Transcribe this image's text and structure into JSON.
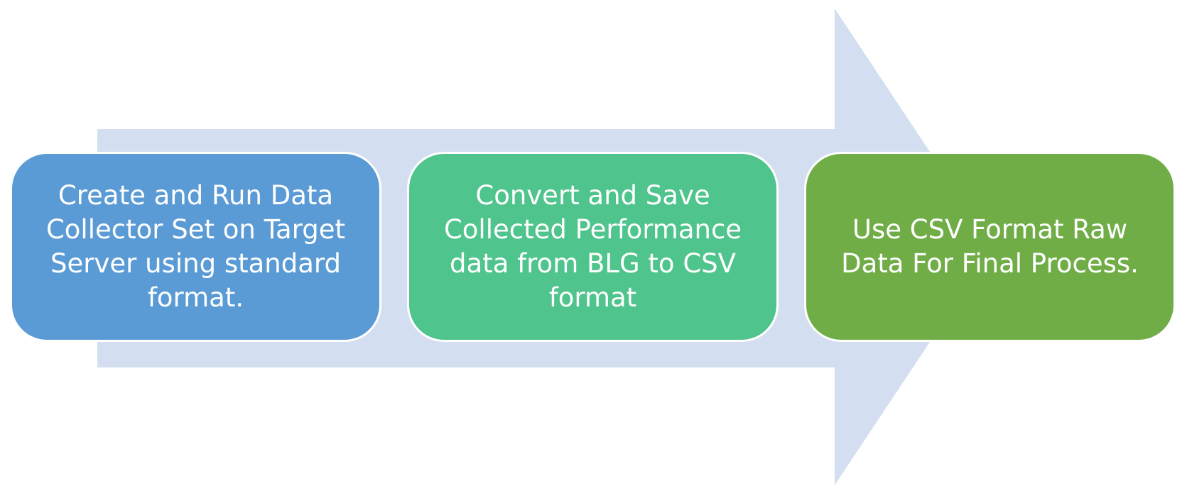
{
  "diagram": {
    "colors": {
      "arrow": "#d3dff0",
      "step_1": "#5b9bd5",
      "step_2": "#4fc48c",
      "step_3": "#70ad47",
      "text": "#ffffff"
    },
    "steps": [
      {
        "label": "Create and Run Data\nCollector Set on Target\nServer using standard\nformat."
      },
      {
        "label": "Convert and Save\nCollected Performance\ndata from BLG to CSV\nformat"
      },
      {
        "label": "Use CSV Format Raw\nData For Final Process."
      }
    ]
  }
}
